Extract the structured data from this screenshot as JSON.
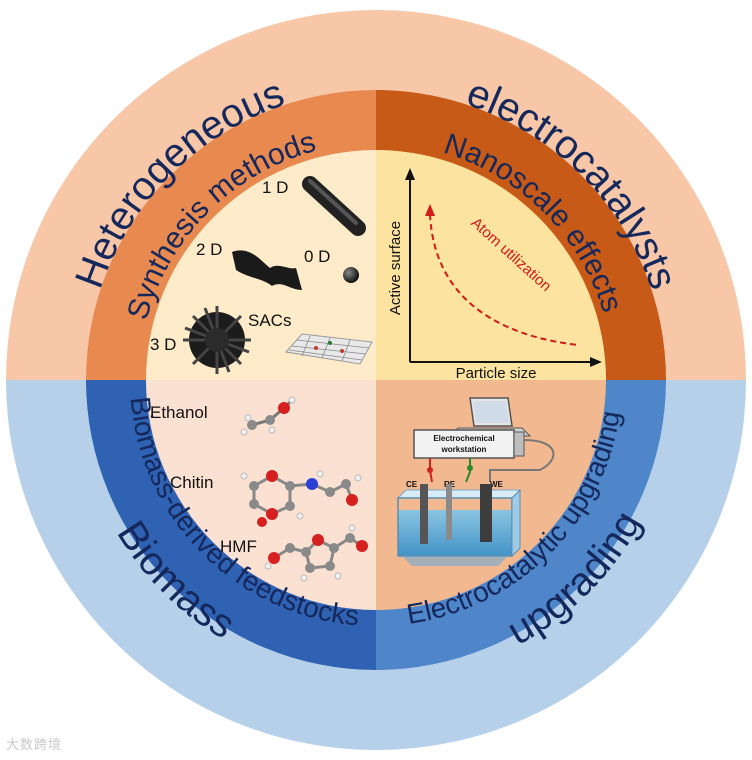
{
  "outer_ring": {
    "top_left": "Heterogeneous",
    "top_right": "electrocatalysts",
    "bottom_left": "Biomass",
    "bottom_right": "upgrading"
  },
  "inner_ring": {
    "top_left": "Synthesis methods",
    "top_right": "Nanoscale effects",
    "bottom_left": "Biomass-derived feedstocks",
    "bottom_right": "Electrocatalytic upgrading"
  },
  "synthesis": {
    "one_d": "1 D",
    "two_d": "2 D",
    "zero_d": "0 D",
    "three_d": "3 D",
    "sacs": "SACs"
  },
  "nanoscale_chart": {
    "y_axis_label": "Active surface",
    "x_axis_label": "Particle size",
    "curve_label": "Atom utilization"
  },
  "feedstocks": {
    "items": [
      "Ethanol",
      "Chitin",
      "HMF"
    ]
  },
  "electrochem": {
    "workstation_label_line1": "Electrochemical",
    "workstation_label_line2": "workstation",
    "electrodes": [
      "CE",
      "RE",
      "WE"
    ]
  },
  "watermark": "大数跨境",
  "colors": {
    "outer_top": "#f7c7a8",
    "outer_bottom": "#b6d0ea",
    "inner_synthesis": "#e8894f",
    "inner_nanoscale": "#c65a16",
    "inner_feedstocks": "#2f62b3",
    "inner_upgrading": "#4f86c9",
    "core_tl": "#fdebc9",
    "core_tr": "#fde3a0",
    "core_bl": "#fbe1d2",
    "core_br": "#f2b890",
    "text_dark": "#15285c"
  }
}
